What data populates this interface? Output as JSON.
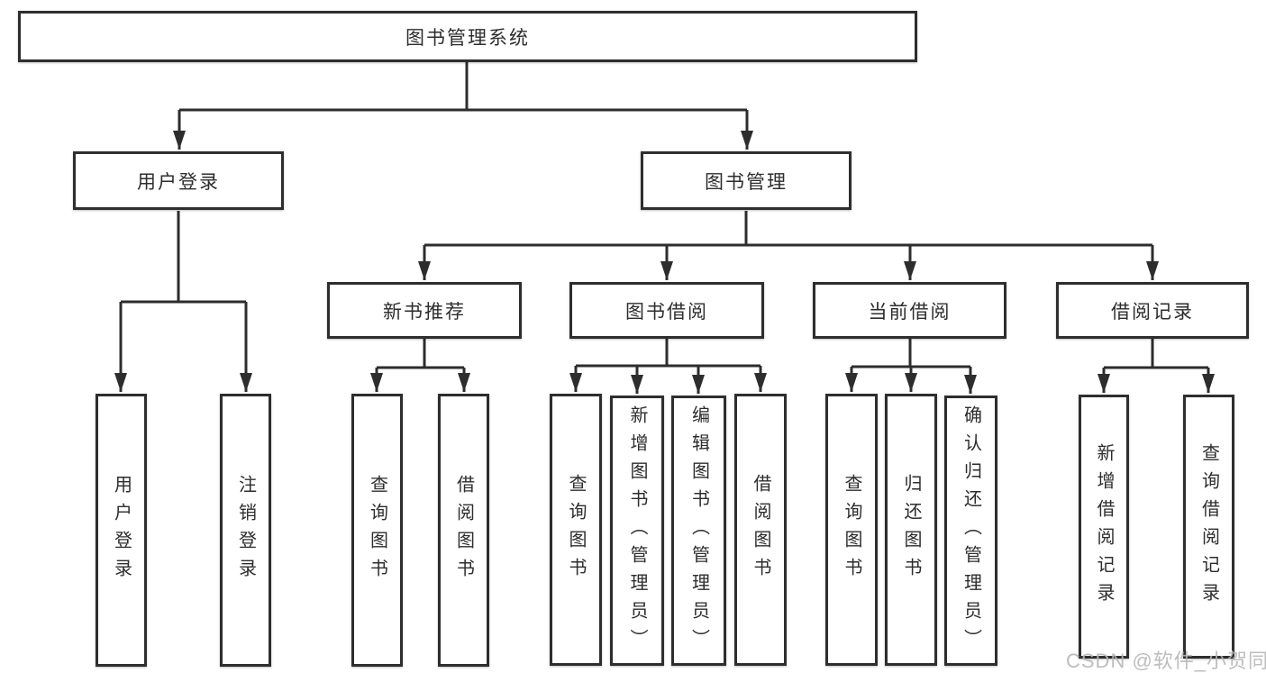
{
  "diagram_title": "图书管理系统",
  "tree": {
    "label": "图书管理系统",
    "children": [
      {
        "label": "用户登录",
        "children": [
          {
            "label": "用户登录"
          },
          {
            "label": "注销登录"
          }
        ]
      },
      {
        "label": "图书管理",
        "children": [
          {
            "label": "新书推荐",
            "children": [
              {
                "label": "查询图书"
              },
              {
                "label": "借阅图书"
              }
            ]
          },
          {
            "label": "图书借阅",
            "children": [
              {
                "label": "查询图书"
              },
              {
                "label": "新增图书（管理员）"
              },
              {
                "label": "编辑图书（管理员）"
              },
              {
                "label": "借阅图书"
              }
            ]
          },
          {
            "label": "当前借阅",
            "children": [
              {
                "label": "查询图书"
              },
              {
                "label": "归还图书"
              },
              {
                "label": "确认归还（管理员）"
              }
            ]
          },
          {
            "label": "借阅记录",
            "children": [
              {
                "label": "新增借阅记录"
              },
              {
                "label": "查询借阅记录"
              }
            ]
          }
        ]
      }
    ]
  },
  "watermark": "CSDN @软件_小贺同学",
  "colors": {
    "line": "#2d2d2d",
    "box_border": "#2e2e2e",
    "text": "#2d2d2d",
    "watermark": "#b6b6b6",
    "background": "#ffffff"
  }
}
